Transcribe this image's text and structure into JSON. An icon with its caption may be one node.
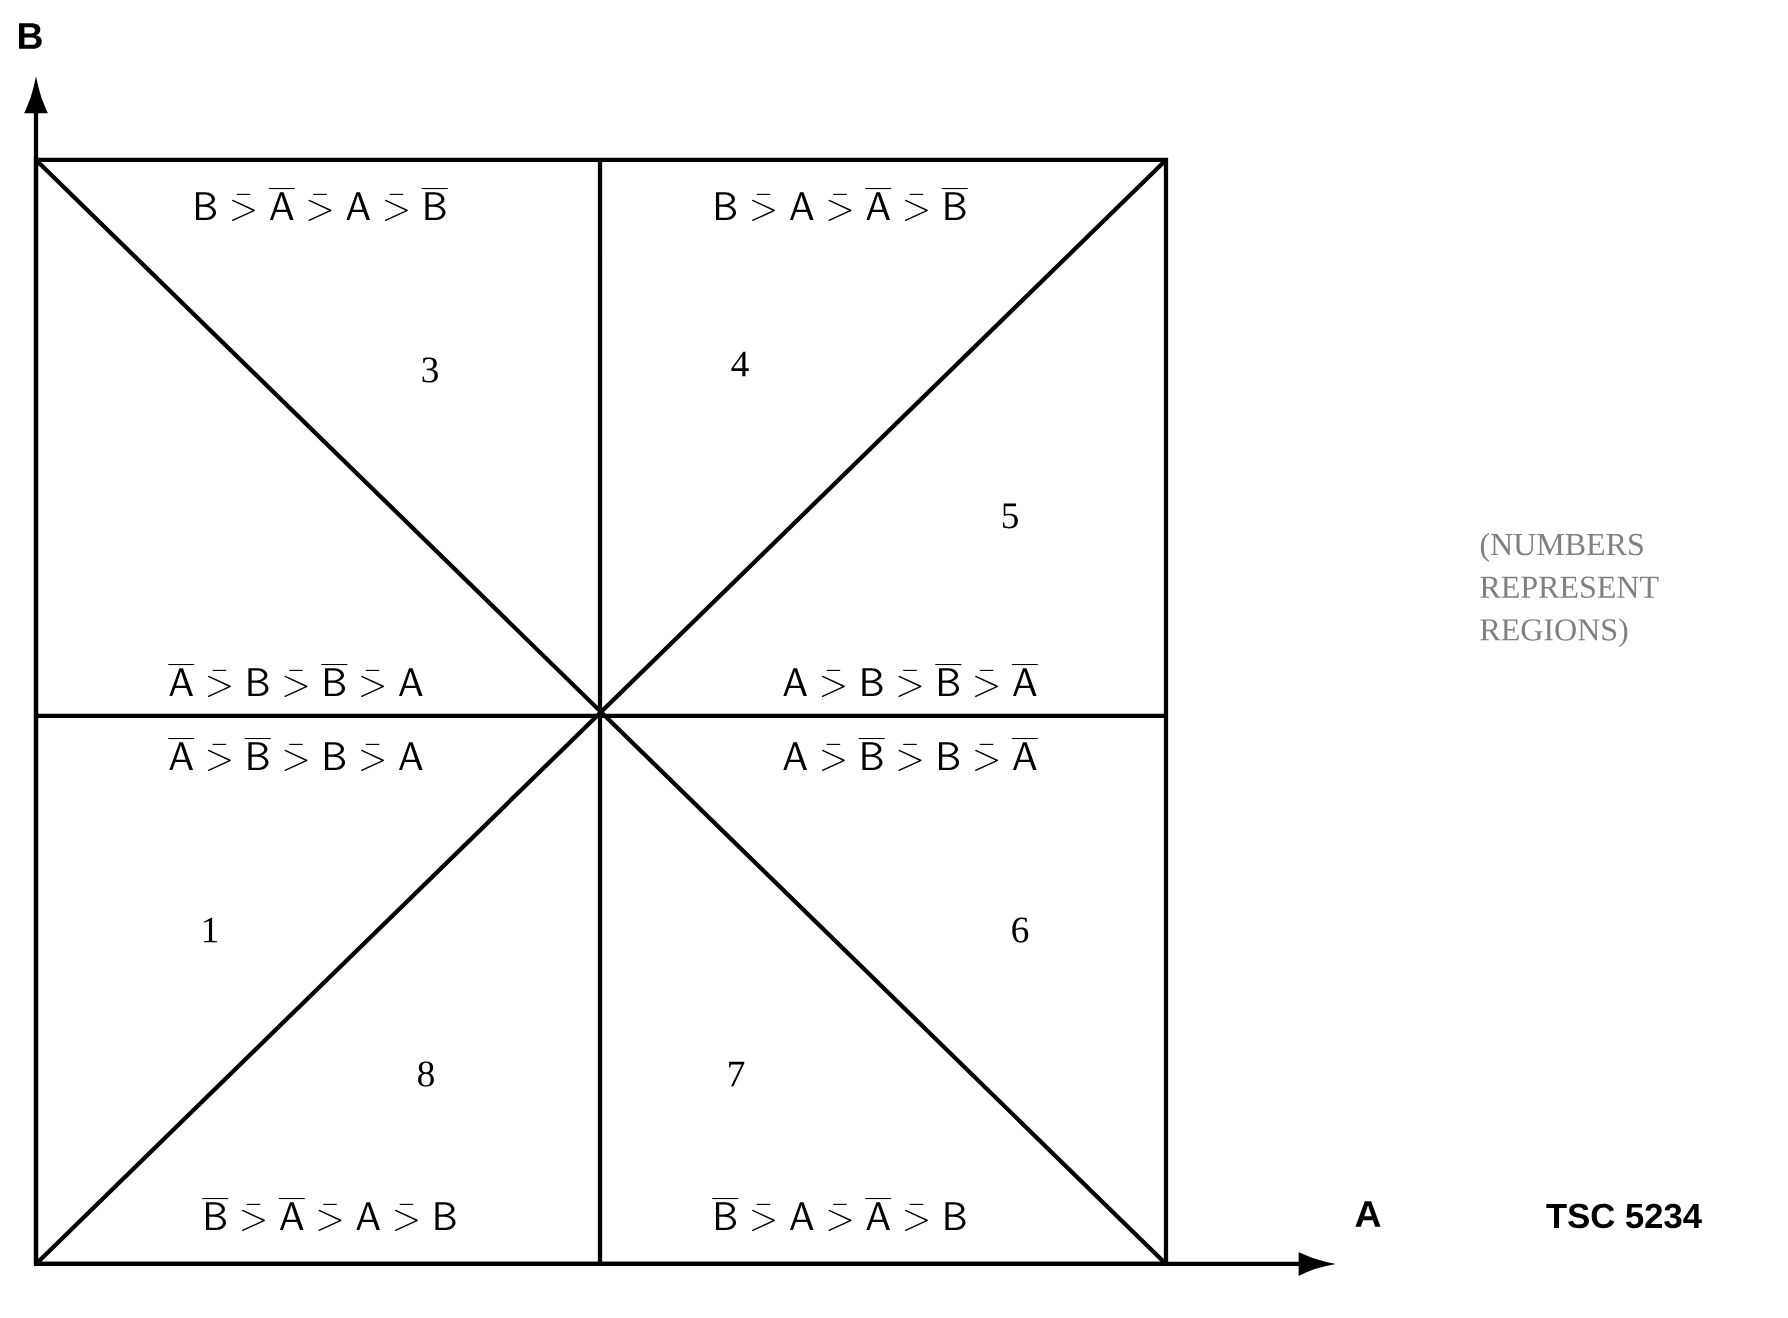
{
  "diagram": {
    "labels": [
      "B",
      "\\mathsf{B} \\mathrel{\\bar{>}} \\overline{\\mathsf{A}} \\mathrel{\\bar{>}} \\mathsf{A} \\mathrel{\\bar{>}} \\overline{\\mathsf{B}}",
      "\\mathsf{B} \\mathrel{\\bar{>}} \\mathsf{A} \\mathrel{\\bar{>}} \\overline{\\mathsf{A}} \\mathrel{\\bar{>}} \\overline{\\mathsf{B}}",
      "3",
      "4",
      "5",
      "(NUMBERS REPRESENT REGIONS)",
      "\\overline{\\mathsf{A}} \\mathrel{\\bar{>}} \\mathsf{B} \\mathrel{\\bar{>}} \\overline{\\mathsf{B}} \\mathrel{\\bar{>}} \\mathsf{A}",
      "\\mathsf{A} \\mathrel{\\bar{>}} \\mathsf{B} \\mathrel{\\bar{>}} \\overline{\\mathsf{B}} \\mathrel{\\bar{>}} \\overline{\\mathsf{A}}",
      "\\overline{\\mathsf{A}} \\mathrel{\\bar{>}} \\overline{\\mathsf{B}} \\mathrel{\\bar{>}} \\mathsf{B} \\mathrel{\\bar{>}} \\mathsf{A}",
      "\\mathsf{A} \\mathrel{\\bar{>}} \\overline{\\mathsf{B}} \\mathrel{\\bar{>}} \\mathsf{B} \\mathrel{\\bar{>}} \\overline{\\mathsf{A}}",
      "1",
      "6",
      "8",
      "7",
      "\\overline{\\mathsf{B}} \\mathrel{\\bar{>}} \\overline{\\mathsf{A}} \\mathrel{\\bar{>}} \\mathsf{A} \\mathrel{\\bar{>}} \\mathsf{B}",
      "\\overline{\\mathsf{B}} \\mathrel{\\bar{>}} \\mathsf{A} \\mathrel{\\bar{>}} \\overline{\\mathsf{A}} \\mathrel{\\bar{>}} \\mathsf{B}",
      "A",
      "TSC 5234"
    ]
  }
}
